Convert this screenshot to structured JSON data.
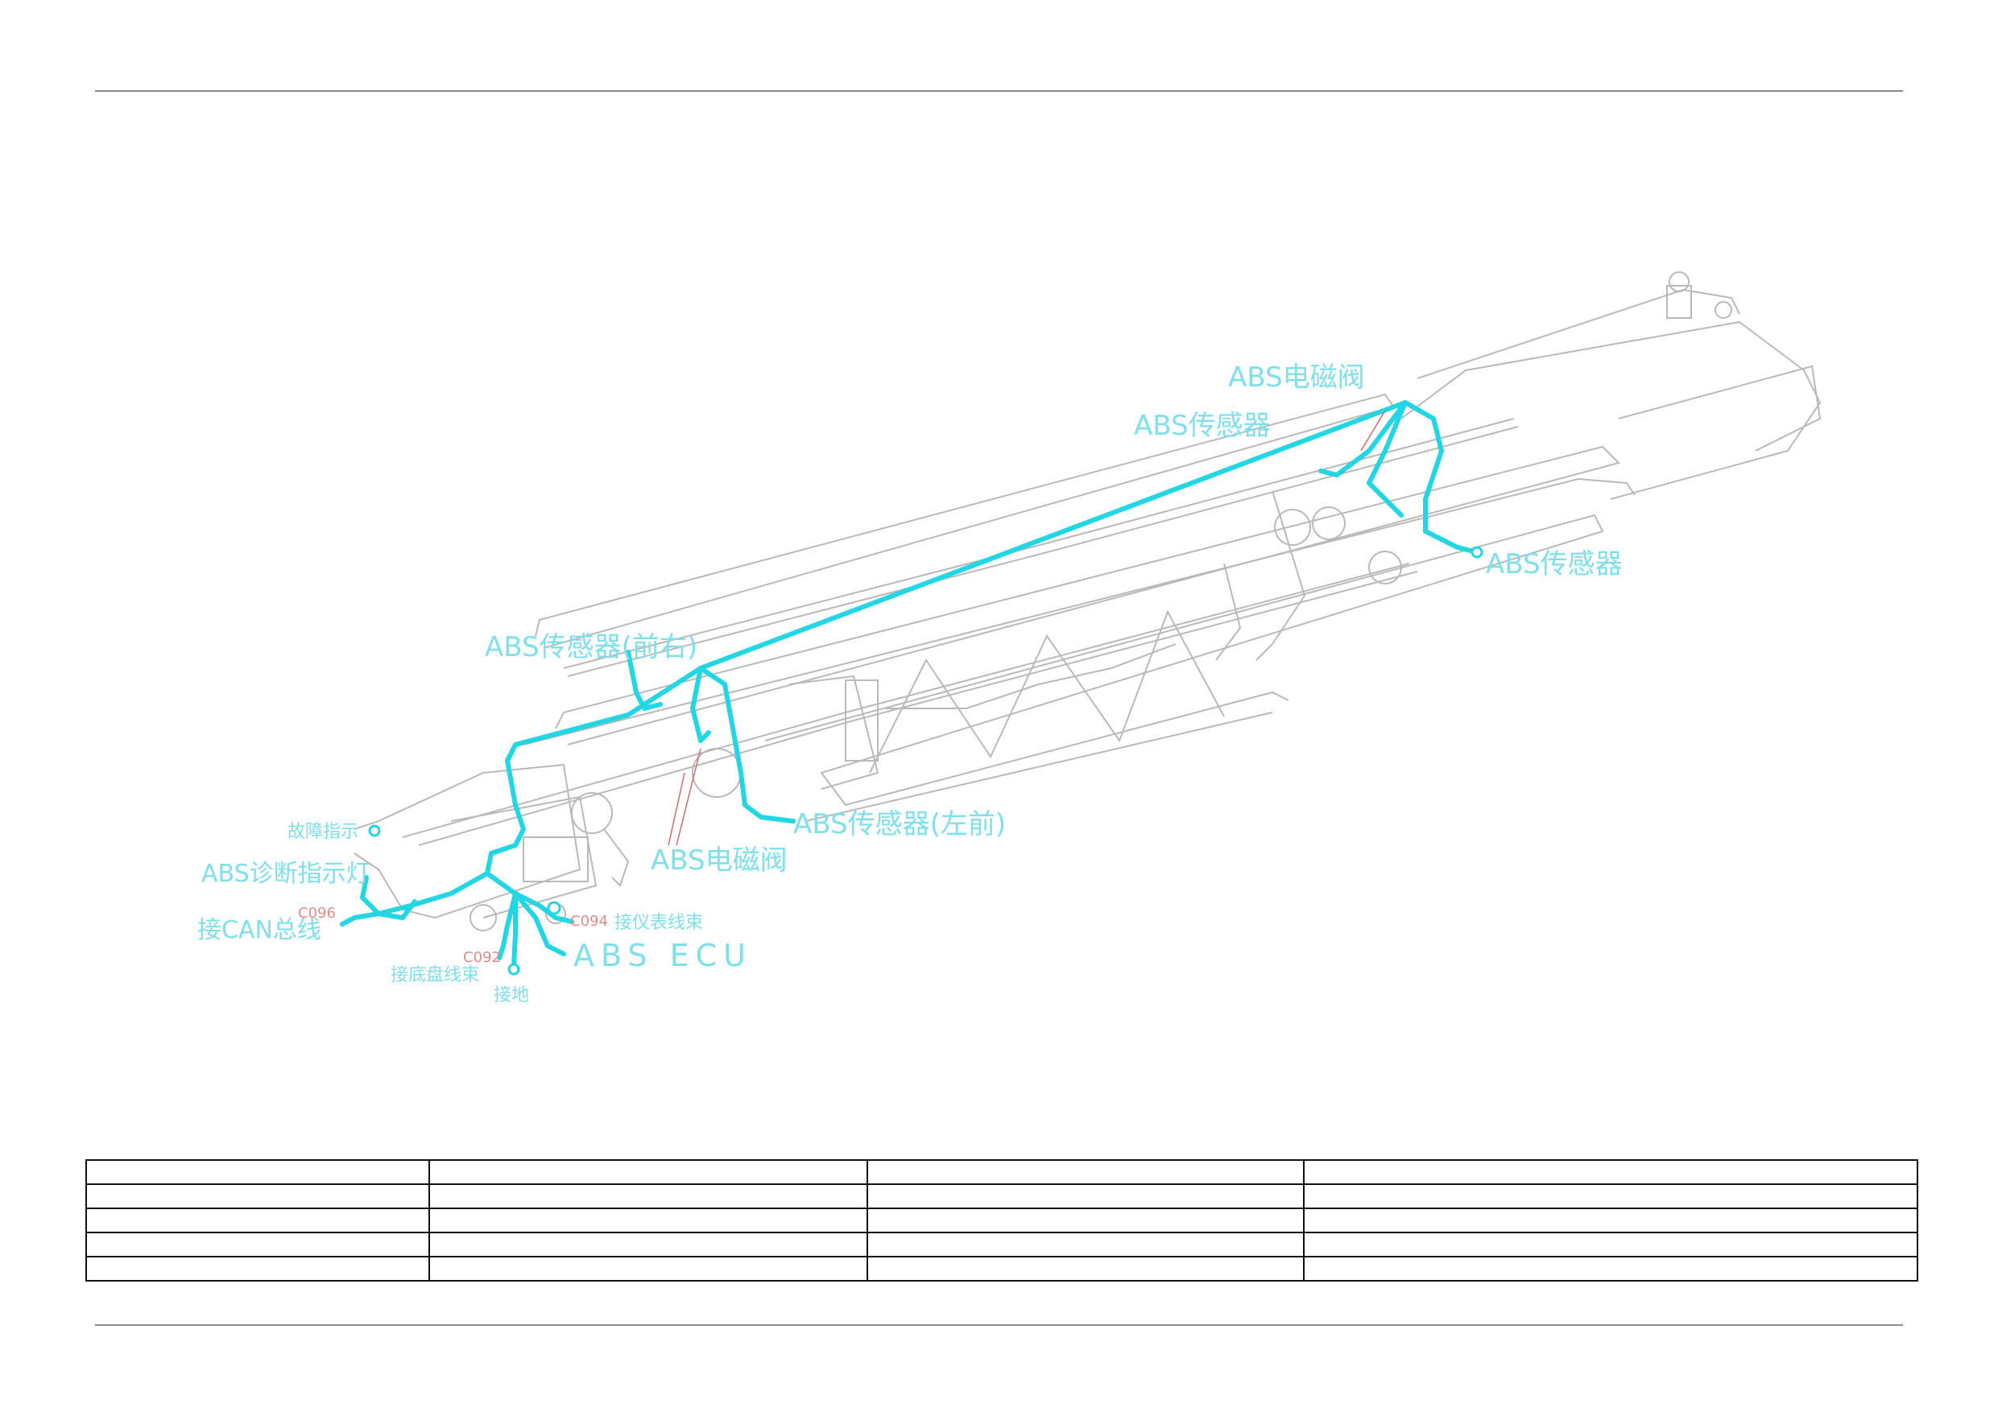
{
  "colors": {
    "harness": "#22d6e3",
    "label": "#7fe0ea",
    "code": "#e58a8a",
    "frame": "#b9b9b9",
    "rule": "#8a8a8a"
  },
  "labels": {
    "abs_valve_rear": "ABS电磁阀",
    "abs_sensor_rear_a": "ABS传感器",
    "abs_sensor_rear_b": "ABS传感器",
    "abs_sensor_front_right": "ABS传感器(前右)",
    "abs_sensor_left_front": "ABS传感器(左前)",
    "abs_valve_front": "ABS电磁阀",
    "fault_indicator": "故障指示",
    "abs_diag_lamp": "ABS诊断指示灯",
    "can_bus": "接CAN总线",
    "dash_harness": "接仪表线束",
    "chassis_harness": "接底盘线束",
    "abs_ecu": "ABS ECU",
    "ground": "接地"
  },
  "codes": {
    "c096": "C096",
    "c094": "C094",
    "c092": "C092"
  },
  "table": {
    "rows": [
      [
        "",
        "",
        "",
        ""
      ],
      [
        "",
        "",
        "",
        ""
      ],
      [
        "",
        "",
        "",
        ""
      ],
      [
        "",
        "",
        "",
        ""
      ],
      [
        "",
        "",
        "",
        ""
      ]
    ]
  }
}
